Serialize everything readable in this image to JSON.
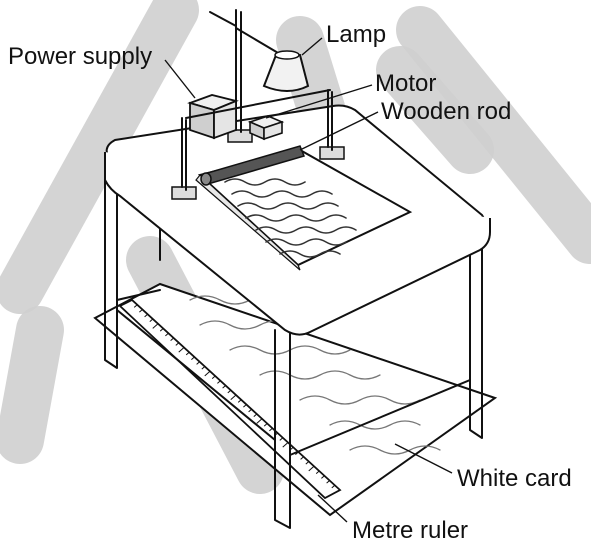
{
  "labels": {
    "power_supply": "Power supply",
    "lamp": "Lamp",
    "motor": "Motor",
    "wooden_rod": "Wooden rod",
    "white_card": "White card",
    "metre_ruler": "Metre ruler"
  }
}
